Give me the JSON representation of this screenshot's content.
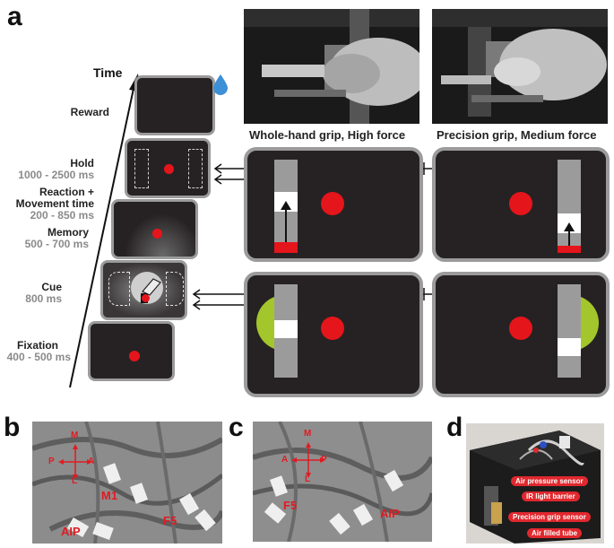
{
  "panels": {
    "a": "a",
    "b": "b",
    "c": "c",
    "d": "d"
  },
  "timeline": {
    "axis_label": "Time",
    "phases": [
      {
        "label": "Reward",
        "time": ""
      },
      {
        "label": "Hold",
        "time": "1000 - 2500 ms"
      },
      {
        "label": "Reaction +",
        "label2": "Movement time",
        "time": "200 - 850 ms"
      },
      {
        "label": "Memory",
        "time": "500 - 700 ms"
      },
      {
        "label": "Cue",
        "time": "800 ms"
      },
      {
        "label": "Fixation",
        "time": "400 - 500 ms"
      }
    ]
  },
  "conditions": [
    {
      "title": "Whole-hand grip, High force"
    },
    {
      "title": "Precision grip, Medium force"
    }
  ],
  "colors": {
    "screen_bg": "#262223",
    "screen_border": "#9b9b9b",
    "target_red": "#e4151b",
    "cue_green": "#a2c62b",
    "reward_drop": "#3d8fd6",
    "label_red": "#e01b22"
  },
  "brain_b": {
    "compass": {
      "M": "M",
      "P": "P",
      "A": "A",
      "L": "L"
    },
    "areas": [
      "M1",
      "F5",
      "AIP"
    ]
  },
  "brain_c": {
    "compass": {
      "M": "M",
      "A": "A",
      "P": "P",
      "L": "L"
    },
    "areas": [
      "F5",
      "AIP"
    ]
  },
  "device": {
    "labels": [
      "Air pressure sensor",
      "IR light barrier",
      "Precision grip sensor",
      "Air filled tube"
    ]
  }
}
